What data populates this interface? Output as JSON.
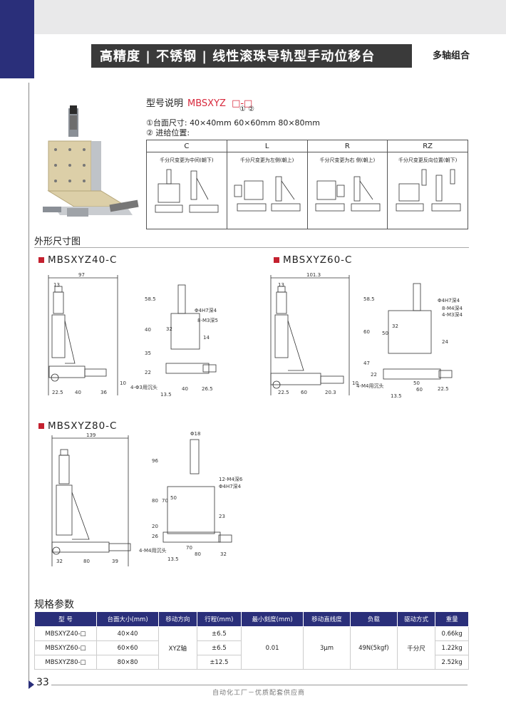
{
  "header": {
    "title": "高精度 | 不锈钢 | 线性滚珠导轨型手动位移台",
    "tag": "多轴组合"
  },
  "model": {
    "label": "型号说明",
    "code": "MBSXYZ",
    "placeholder": "□-□",
    "marks": "①  ②",
    "spec1": "①台面尺寸:  40×40mm   60×60mm   80×80mm",
    "spec2": "② 进给位置:"
  },
  "positions": [
    {
      "code": "C",
      "desc": "千分尺变更为中间(朝下)"
    },
    {
      "code": "L",
      "desc": "千分尺变更为左侧(朝上)"
    },
    {
      "code": "R",
      "desc": "千分尺变更为右 侧(朝上)"
    },
    {
      "code": "RZ",
      "desc": "千分尺变更反向位置(朝下)"
    }
  ],
  "dimensions_title": "外形尺寸图",
  "drawings": [
    {
      "name": "MBSXYZ40-C",
      "dims": {
        "w": "97",
        "a": "13",
        "h1": "58.5",
        "h2": "40",
        "h3": "35",
        "h4": "22",
        "sq": "32",
        "hole1": "Φ4H7深4",
        "hole2": "8-M3深5",
        "side": "14",
        "h5": "10",
        "b1": "22.5",
        "b2": "40",
        "b3": "36",
        "b4": "13.5",
        "b5": "40",
        "b6": "26.5",
        "sink": "4-Φ3用沉头"
      }
    },
    {
      "name": "MBSXYZ60-C",
      "dims": {
        "w": "101.3",
        "a": "13",
        "h1": "58.5",
        "h2": "60",
        "h3": "47",
        "h4": "22",
        "sq": "50",
        "sq2": "32",
        "hole1": "Φ4H7深4",
        "hole2": "8-M4深4",
        "hole3": "4-M3深4",
        "side": "24",
        "h5": "10",
        "b1": "22.5",
        "b2": "60",
        "b3": "20.3",
        "b4": "13.5",
        "b5": "60",
        "b6": "50",
        "b7": "22.5",
        "sink": "4-M4用沉头"
      }
    },
    {
      "name": "MBSXYZ80-C",
      "dims": {
        "w": "139",
        "top": "Φ18",
        "h1": "96",
        "h2": "80",
        "h3": "20",
        "h4": "26",
        "sq": "70",
        "sq2": "50",
        "hole1": "12-M4深6",
        "hole2": "Φ4H7深4",
        "side": "23",
        "b1": "32",
        "b2": "80",
        "b3": "39",
        "b4": "13.5",
        "b5": "70",
        "b6": "80",
        "b7": "32",
        "sink": "4-M4用沉头"
      }
    }
  ],
  "spec_table": {
    "title": "规格参数",
    "headers": [
      "型  号",
      "台面大小(mm)",
      "移动方向",
      "行程(mm)",
      "最小刻度(mm)",
      "移动直线度",
      "负载",
      "驱动方式",
      "重量"
    ],
    "rows": [
      [
        "MBSXYZ40-□",
        "40×40",
        "±6.5",
        "0.66kg"
      ],
      [
        "MBSXYZ60-□",
        "60×60",
        "±6.5",
        "1.22kg"
      ],
      [
        "MBSXYZ80-□",
        "80×80",
        "±12.5",
        "2.52kg"
      ]
    ],
    "shared": {
      "direction": "XYZ轴",
      "scale": "0.01",
      "straightness": "3μm",
      "load": "49N(5kgf)",
      "drive": "千分尺"
    }
  },
  "footer": {
    "page": "33",
    "text": "自动化工厂－优质配套供应商"
  }
}
